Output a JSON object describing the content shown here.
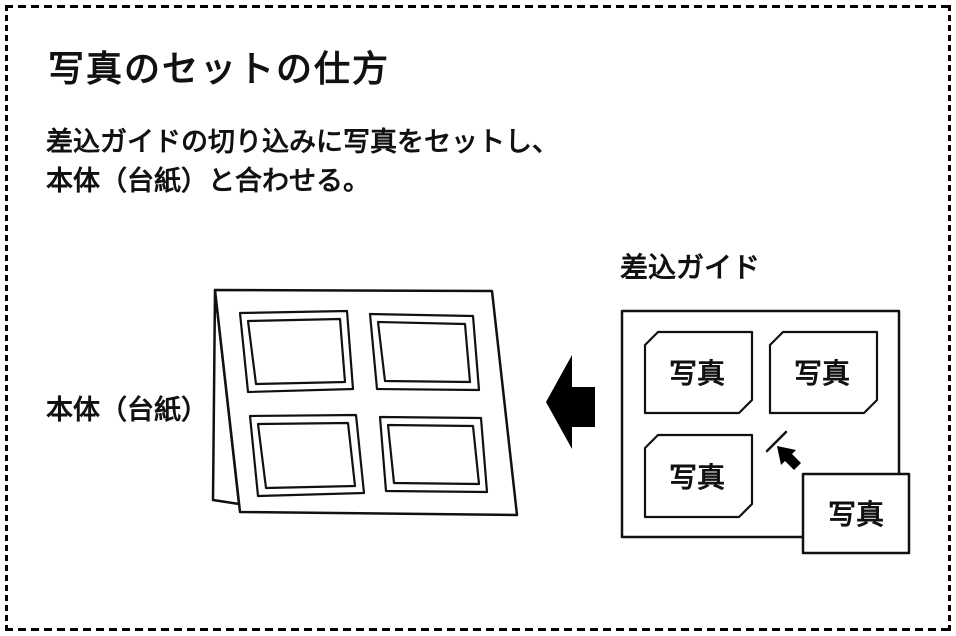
{
  "panel": {
    "title": "写真のセットの仕方",
    "instruction_line1": "差込ガイドの切り込みに写真をセットし、",
    "instruction_line2": "本体（台紙）と合わせる。"
  },
  "diagram": {
    "mount_board_label": "本体（台紙）",
    "insert_guide_label": "差込ガイド",
    "photo_label": "写真",
    "icons": {
      "transfer_arrow": "solid-left-arrow",
      "insert_arrow": "solid-up-left-arrow",
      "slit_mark": "diagonal-slit-line"
    },
    "colors": {
      "background": "#ffffff",
      "line": "#111111",
      "arrow": "#000000",
      "text": "#111111",
      "border": "#000000"
    }
  }
}
